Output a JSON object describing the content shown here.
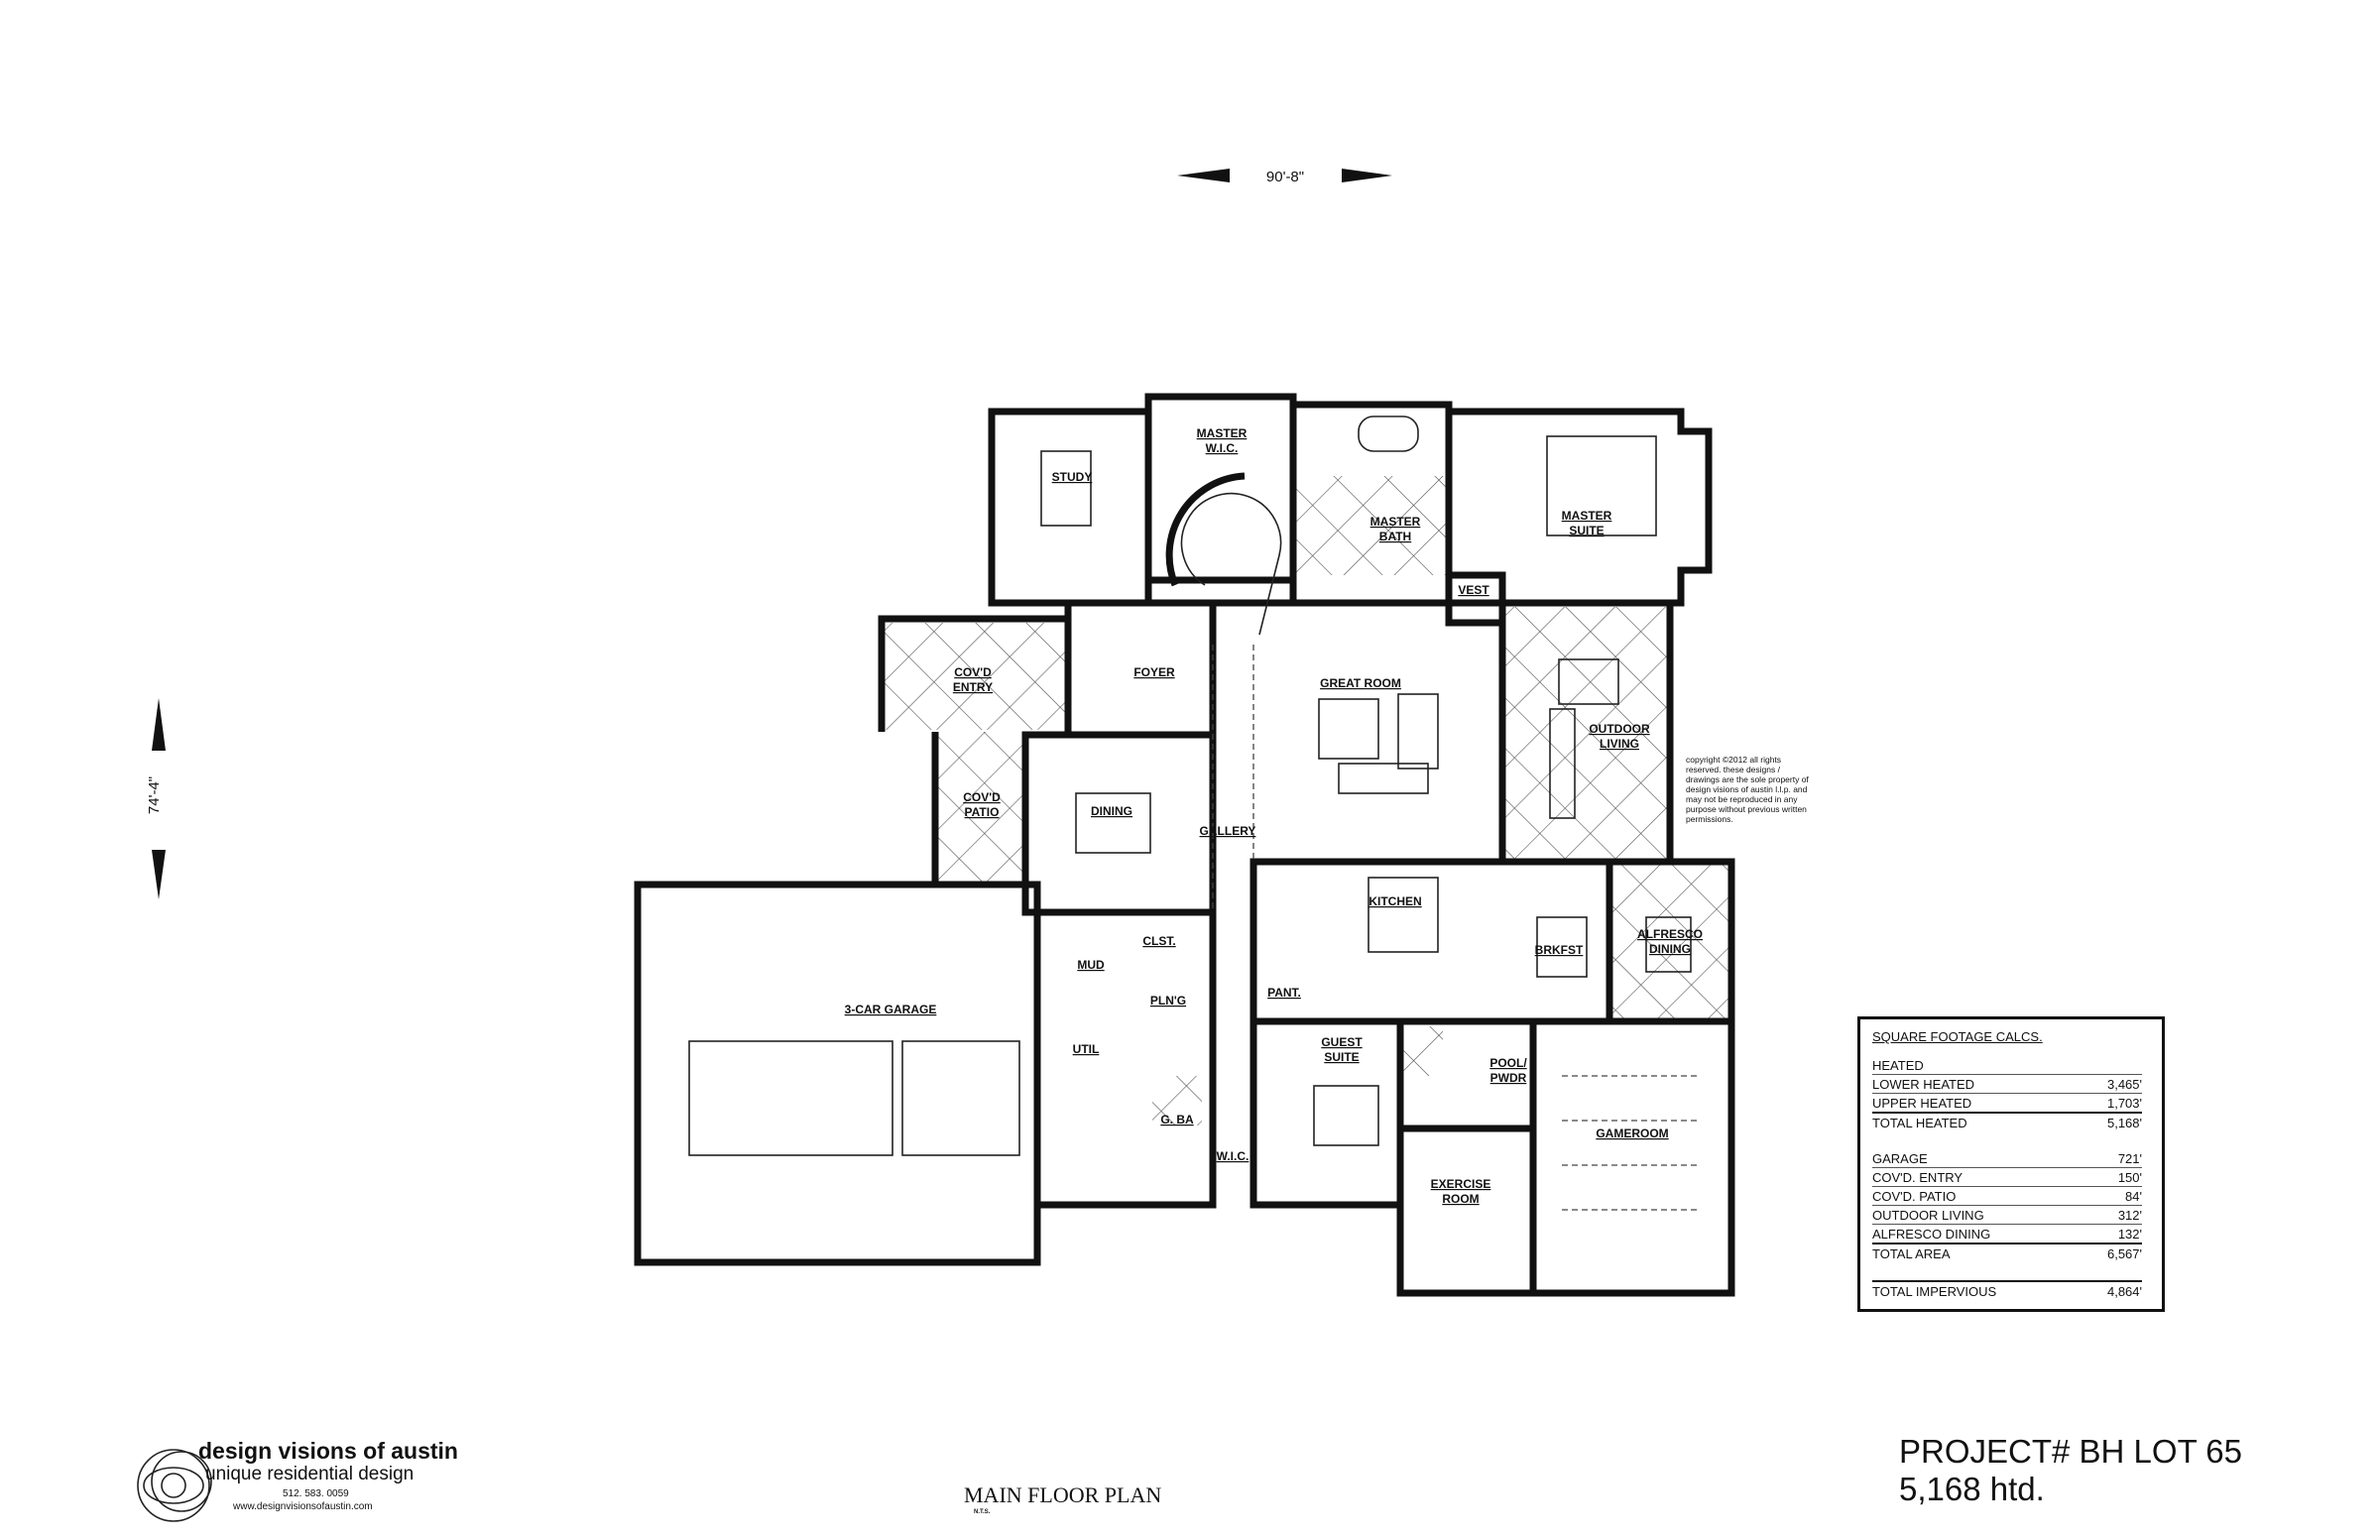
{
  "dimensions": {
    "width": "90'-8\"",
    "depth": "74'-4\""
  },
  "rooms": {
    "study": "STUDY",
    "master_wic": [
      "MASTER",
      "W.I.C."
    ],
    "master_bath": [
      "MASTER",
      "BATH"
    ],
    "master_suite": [
      "MASTER",
      "SUITE"
    ],
    "vest": "VEST",
    "covd_entry": [
      "COV'D",
      "ENTRY"
    ],
    "foyer": "FOYER",
    "great_room": "GREAT ROOM",
    "outdoor_living": [
      "OUTDOOR",
      "LIVING"
    ],
    "covd_patio": [
      "COV'D",
      "PATIO"
    ],
    "dining": "DINING",
    "gallery": "GALLERY",
    "kitchen": "KITCHEN",
    "brkfst": "BRKFST",
    "alfresco_dining": [
      "ALFRESCO",
      "DINING"
    ],
    "mud": "MUD",
    "clst": "CLST.",
    "garage": "3-CAR GARAGE",
    "plng": "PLN'G",
    "pant": "PANT.",
    "guest_suite": [
      "GUEST",
      "SUITE"
    ],
    "pool_pwdr": [
      "POOL/",
      "PWDR"
    ],
    "util": "UTIL",
    "g_ba": "G. BA",
    "wic": "W.I.C.",
    "gameroom": "GAMEROOM",
    "exercise_room": [
      "EXERCISE",
      "ROOM"
    ]
  },
  "copyright": "copyright ©2012 all rights reserved.  these designs / drawings are the sole property of design visions of austin l.l.p. and may not be reproduced in any purpose without previous written permissions.",
  "square_footage": {
    "title": "SQUARE FOOTAGE CALCS.",
    "heated_label": "HEATED",
    "heated_rows": [
      {
        "label": "LOWER HEATED",
        "value": "3,465'"
      },
      {
        "label": "UPPER HEATED",
        "value": "1,703'"
      },
      {
        "label": "TOTAL HEATED",
        "value": "5,168'"
      }
    ],
    "other_rows": [
      {
        "label": "GARAGE",
        "value": "721'"
      },
      {
        "label": "COV'D. ENTRY",
        "value": "150'"
      },
      {
        "label": "COV'D. PATIO",
        "value": "84'"
      },
      {
        "label": "OUTDOOR LIVING",
        "value": "312'"
      },
      {
        "label": "ALFRESCO DINING",
        "value": "132'"
      },
      {
        "label": "TOTAL AREA",
        "value": "6,567'"
      }
    ],
    "impervious": {
      "label": "TOTAL IMPERVIOUS",
      "value": "4,864'"
    }
  },
  "project": {
    "number": "PROJECT# BH LOT 65",
    "heated": "5,168 htd."
  },
  "plan_title": "MAIN FLOOR PLAN",
  "scale_note": "N.T.S.",
  "logo": {
    "name": "design visions of austin",
    "tagline": "unique residential design",
    "phone": "512. 583. 0059",
    "website": "www.designvisionsofaustin.com"
  }
}
